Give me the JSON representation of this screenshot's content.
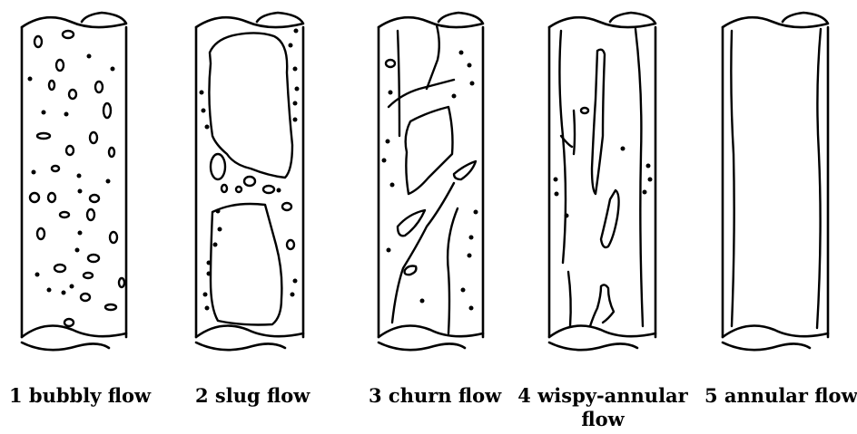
{
  "panels": [
    {
      "id": "bubbly",
      "caption": "1 bubbly flow"
    },
    {
      "id": "slug",
      "caption": "2 slug flow"
    },
    {
      "id": "churn",
      "caption": "3 churn flow"
    },
    {
      "id": "wispy",
      "caption_line1": "4 wispy-annular",
      "caption_line2": "flow"
    },
    {
      "id": "annular",
      "caption": "5 annular flow"
    }
  ]
}
